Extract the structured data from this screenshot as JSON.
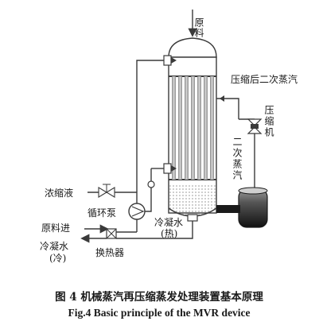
{
  "labels": {
    "feed_top": "原料",
    "compressed_steam": "压缩后二次蒸汽",
    "compressor": "压缩机",
    "secondary_steam": "二次蒸汽",
    "concentrate": "浓缩液",
    "circulation_pump": "循环泵",
    "feed_in": "原料进",
    "condensate_hot": "冷凝水",
    "condensate_hot_note": "(热)",
    "condensate_cold": "冷凝水",
    "condensate_cold_note": "(冷)",
    "heat_exchanger": "换热器"
  },
  "caption": {
    "cn": "图 4  机械蒸汽再压缩蒸发处理装置基本原理",
    "en": "Fig.4 Basic principle of the MVR device"
  }
}
